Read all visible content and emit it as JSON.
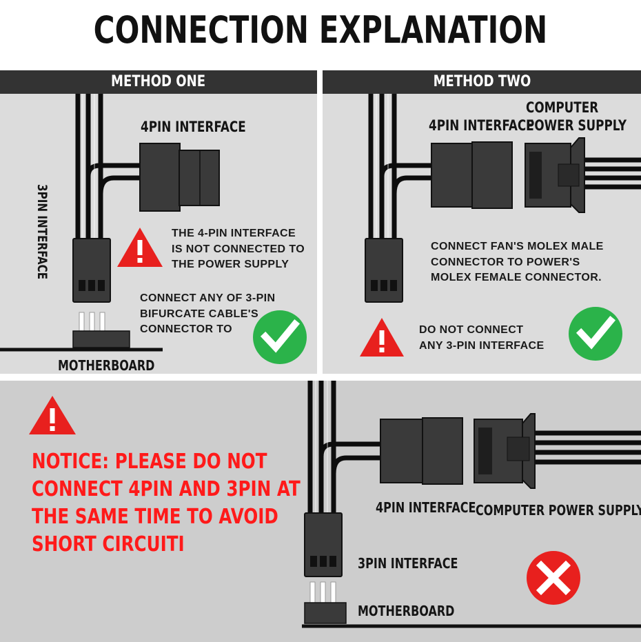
{
  "title": "CONNECTION EXPLANATION",
  "method_one": {
    "header": "METHOD ONE",
    "label_4pin": "4PIN INTERFACE",
    "label_3pin": "3PIN INTERFACE",
    "label_motherboard": "MOTHERBOARD",
    "warning_text": "THE 4-PIN INTERFACE\nIS NOT CONNECTED TO\nTHE POWER SUPPLY",
    "instruction_text": "CONNECT ANY OF 3-PIN\nBIFURCATE CABLE'S\nCONNECTOR TO"
  },
  "method_two": {
    "header": "METHOD TWO",
    "label_4pin": "4PIN INTERFACE",
    "label_psu_line1": "COMPUTER",
    "label_psu_line2": "POWER SUPPLY",
    "instruction_text": "CONNECT FAN'S MOLEX MALE\nCONNECTOR TO POWER'S\nMOLEX FEMALE CONNECTOR.",
    "warning_text": "DO NOT CONNECT\nANY 3-PIN INTERFACE"
  },
  "bottom": {
    "notice_lines": [
      "NOTICE: PLEASE DO NOT",
      "CONNECT 4PIN AND 3PIN AT",
      "THE SAME TIME TO AVOID",
      "SHORT CIRCUITI"
    ],
    "label_4pin": "4PIN INTERFACE",
    "label_psu": "COMPUTER POWER SUPPLY",
    "label_3pin": "3PIN INTERFACE",
    "label_motherboard": "MOTHERBOARD"
  },
  "colors": {
    "panel_bg": "#dcdcdc",
    "header_bar": "#333333",
    "warning_red": "#e8201e",
    "check_green": "#2bb34a",
    "cable_black": "#0d0d0d"
  },
  "icons": {
    "warning": "warning-triangle-icon",
    "ok": "green-check-icon",
    "bad": "red-x-icon"
  }
}
